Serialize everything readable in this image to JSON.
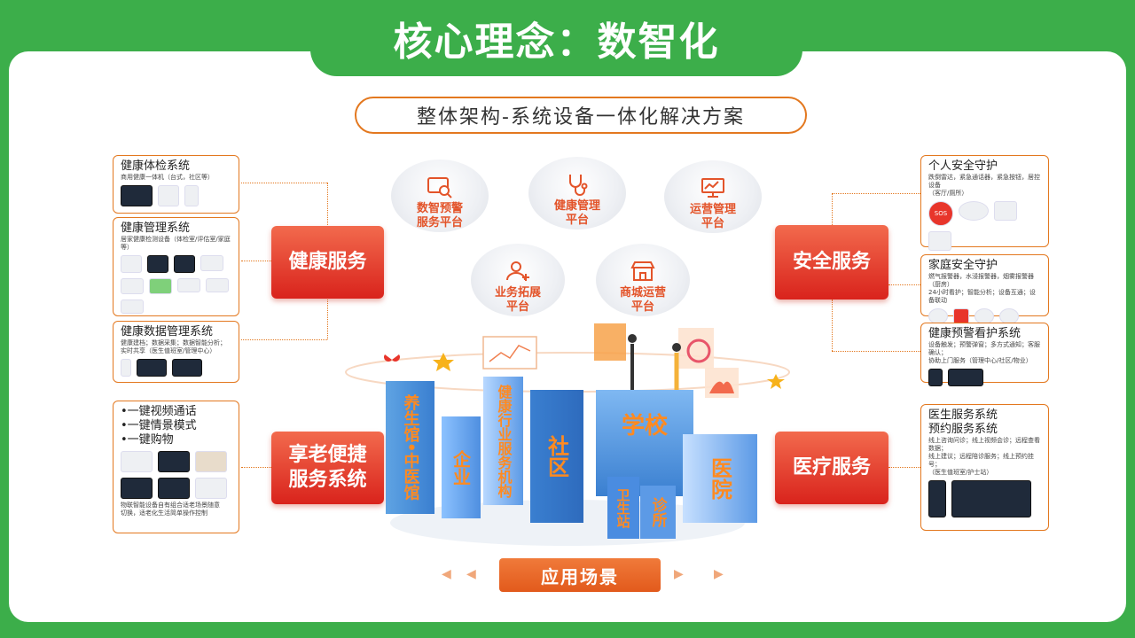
{
  "title": "核心理念：数智化",
  "subtitle": "整体架构-系统设备一体化解决方案",
  "left": {
    "card1": {
      "title": "健康体检系统",
      "desc": "商用健康一体机（台式，社区等）"
    },
    "card2": {
      "title": "健康管理系统",
      "desc": "居家健康检测设备（体检室/评估室/家庭等）"
    },
    "card3": {
      "title": "健康数据管理系统",
      "desc1": "健康建档；数据采集；数据智能分析；",
      "desc2": "实时共享（医生值班室/管理中心）"
    },
    "card4": {
      "items": [
        "•一键视频通话",
        "•一键情景模式",
        "•一键购物"
      ],
      "desc1": "物联智能设备自有组合适老场景随意",
      "desc2": "切换，适老化生活简单操作控制"
    },
    "btn_health": "健康服务",
    "btn_elder_l1": "享老便捷",
    "btn_elder_l2": "服务系统"
  },
  "right": {
    "card1": {
      "title": "个人安全守护",
      "desc1": "跌倒雷达，紧急通话器，紧急按钮，居控设备",
      "desc2": "（客厅/厕所）",
      "sos": "SOS"
    },
    "card2": {
      "title": "家庭安全守护",
      "desc1": "燃气报警器，水浸报警器，烟雾报警器（厨房）",
      "desc2": "24小时看护；智能分析；设备互通；设备联动"
    },
    "card3": {
      "title": "健康预警看护系统",
      "desc1": "设备触发；预警弹窗；多方式通知；客服确认；",
      "desc2": "协助上门服务（管理中心/社区/物业）"
    },
    "card4": {
      "title1": "医生服务系统",
      "title2": "预约服务系统",
      "desc1": "线上咨询问诊；线上视频会诊；远程查看数据；",
      "desc2": "线上建议；远程陪诊服务；线上预约挂号；",
      "desc3": "（医生值班室/护士站）"
    },
    "btn_safety": "安全服务",
    "btn_medical": "医疗服务"
  },
  "platforms": [
    {
      "l1": "数智预警",
      "l2": "服务平台",
      "icon": "search-warning-icon"
    },
    {
      "l1": "健康管理",
      "l2": "平台",
      "icon": "stethoscope-icon"
    },
    {
      "l1": "运营管理",
      "l2": "平台",
      "icon": "monitor-chart-icon"
    },
    {
      "l1": "业务拓展",
      "l2": "平台",
      "icon": "user-add-icon"
    },
    {
      "l1": "商城运营",
      "l2": "平台",
      "icon": "shop-icon"
    }
  ],
  "buildings": {
    "elderly": "养生馆•中医馆",
    "enterprise": "企业",
    "industry": "健康行业服务机构",
    "community": "社区",
    "school": "学校",
    "station": "卫生站",
    "clinic": "诊所",
    "hospital": "医院"
  },
  "scene_label": "应用场景",
  "colors": {
    "green": "#3cae4a",
    "orange": "#e3781f",
    "red": "#d9231c"
  }
}
